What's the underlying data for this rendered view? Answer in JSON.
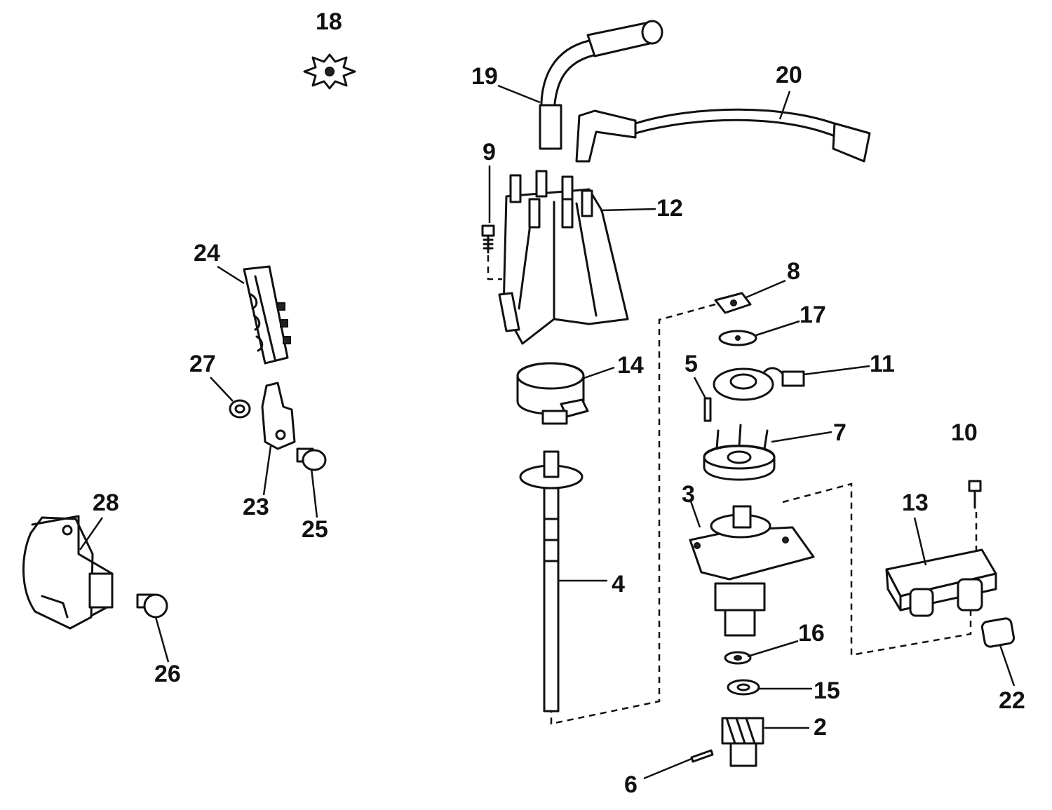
{
  "callouts": {
    "c2": "2",
    "c3": "3",
    "c4": "4",
    "c5": "5",
    "c6": "6",
    "c7": "7",
    "c8": "8",
    "c9": "9",
    "c10": "10",
    "c11": "11",
    "c12": "12",
    "c13": "13",
    "c14": "14",
    "c15": "15",
    "c16": "16",
    "c17": "17",
    "c18": "18",
    "c19": "19",
    "c20": "20",
    "c22": "22",
    "c23": "23",
    "c24": "24",
    "c25": "25",
    "c26": "26",
    "c27": "27",
    "c28": "28"
  }
}
